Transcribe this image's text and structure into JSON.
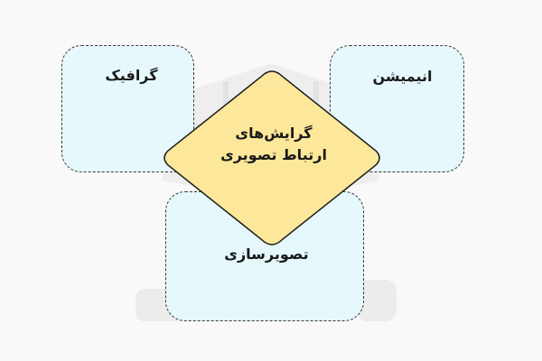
{
  "diagram": {
    "center": {
      "line1": "گرایش‌های",
      "line2": "ارتباط تصویری"
    },
    "nodes": {
      "graphic": "گرافیک",
      "animation": "انیمیشن",
      "illustration": "تصویرسازی"
    }
  },
  "colors": {
    "background": "#f9f9f9",
    "box_fill": "#e6f8fb",
    "box_border": "#3a3a3a",
    "diamond_fill": "#fce79a",
    "diamond_border": "#1c1c1c",
    "text": "#1a1a1a"
  }
}
